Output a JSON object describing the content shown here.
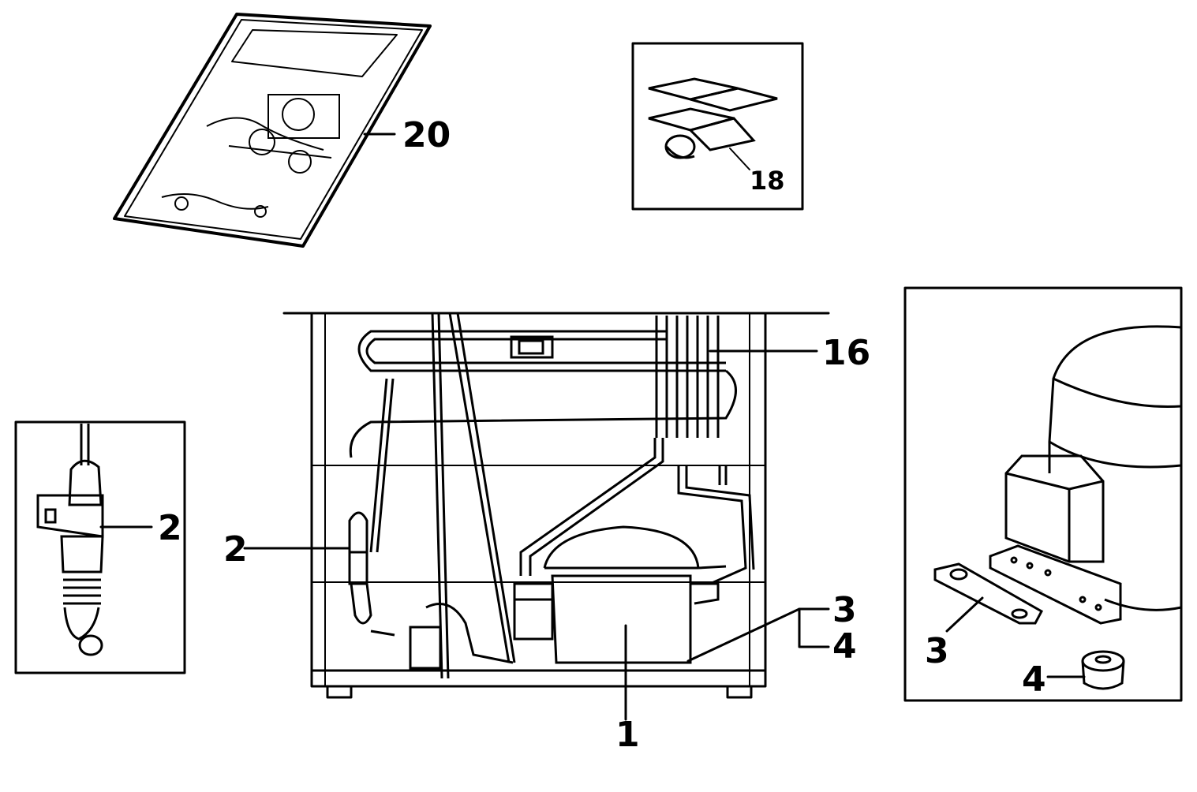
{
  "diagram": {
    "callouts": {
      "wiring_diagram": "20",
      "evaporator_detail": "18",
      "condenser": "16",
      "relay_left": "2",
      "relay_detail": "2",
      "compressor": "1",
      "grommet_main": "3",
      "sleeve_main": "4",
      "grommet_detail": "3",
      "sleeve_detail": "4"
    }
  }
}
